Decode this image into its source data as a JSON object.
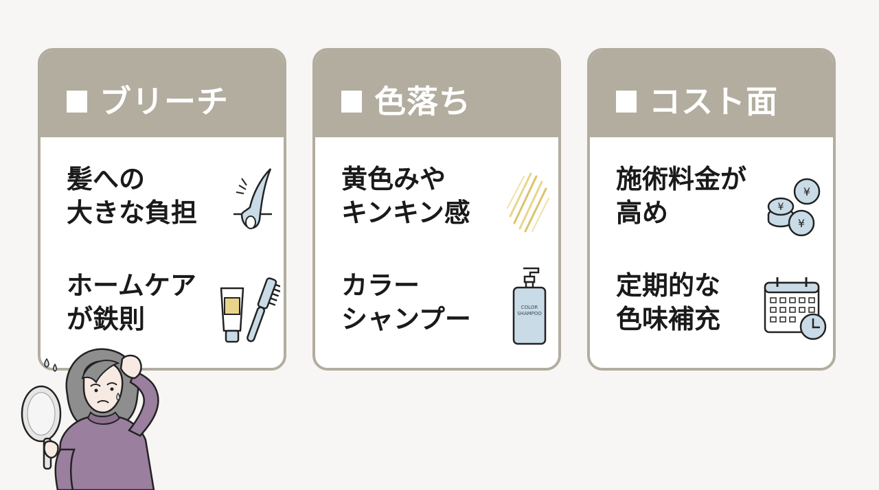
{
  "cards": [
    {
      "title": "ブリーチ",
      "items": [
        {
          "lines": [
            "髪への",
            "大きな負担"
          ],
          "icon": "hair-strand-damage-icon"
        },
        {
          "lines": [
            "ホームケア",
            "が鉄則"
          ],
          "icon": "tube-and-comb-icon"
        }
      ]
    },
    {
      "title": "色落ち",
      "items": [
        {
          "lines": [
            "黄色みや",
            "キンキン感"
          ],
          "icon": "yellow-streaks-icon"
        },
        {
          "lines": [
            "カラー",
            "シャンプー"
          ],
          "icon": "shampoo-bottle-icon"
        }
      ]
    },
    {
      "title": "コスト面",
      "items": [
        {
          "lines": [
            "施術料金が",
            "高め"
          ],
          "icon": "yen-coins-icon"
        },
        {
          "lines": [
            "定期的な",
            "色味補充"
          ],
          "icon": "calendar-clock-icon"
        }
      ]
    }
  ],
  "shampoo_label": [
    "COLOR",
    "SHAMPOO"
  ],
  "coin_symbol": "¥",
  "colors": {
    "header": "#b2ad9f",
    "border": "#b2ad9f",
    "background": "#f7f6f5",
    "icon_blue": "#c9dbe6",
    "accent_yellow": "#e8d58a",
    "sweater": "#9a7f9e"
  }
}
